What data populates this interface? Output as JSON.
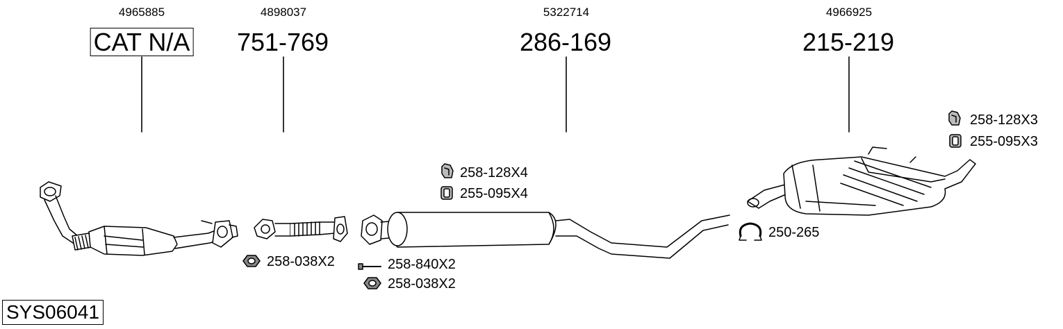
{
  "system_code": "SYS06041",
  "parts": [
    {
      "oe_number": "4965885",
      "part_number": "CAT N/A"
    },
    {
      "oe_number": "4898037",
      "part_number": "751-769"
    },
    {
      "oe_number": "5322714",
      "part_number": "286-169"
    },
    {
      "oe_number": "4966925",
      "part_number": "215-219"
    }
  ],
  "accessories": [
    {
      "label": "258-128X4",
      "icon": "rubber-hanger-icon"
    },
    {
      "label": "255-095X4",
      "icon": "rubber-mount-icon"
    },
    {
      "label": "258-128X3",
      "icon": "rubber-hanger-icon"
    },
    {
      "label": "255-095X3",
      "icon": "rubber-mount-icon"
    },
    {
      "label": "250-265",
      "icon": "pipe-clamp-icon"
    },
    {
      "label": "258-038X2",
      "icon": "nut-icon"
    },
    {
      "label": "258-840X2",
      "icon": "bolt-icon"
    },
    {
      "label": "258-038X2",
      "icon": "nut-icon"
    }
  ]
}
